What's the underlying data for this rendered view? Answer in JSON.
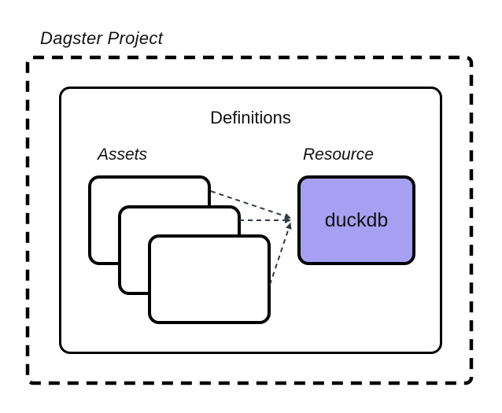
{
  "diagram": {
    "title": "Dagster Project",
    "definitions": {
      "label": "Definitions"
    },
    "assets": {
      "label": "Assets",
      "card_count": 3
    },
    "resource": {
      "label": "Resource",
      "box_label": "duckdb"
    }
  },
  "colors": {
    "background": "#ffffff",
    "outline": "#000000",
    "resource_fill": "#a7a0f2",
    "connector": "#333a45"
  }
}
